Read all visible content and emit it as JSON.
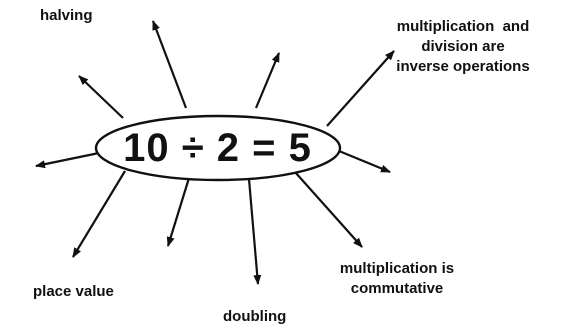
{
  "center": {
    "equation": "10 ÷ 2 = 5"
  },
  "labels": {
    "halving": "halving",
    "inverse_line1": "multiplication  and",
    "inverse_line2": "division are",
    "inverse_line3": "inverse operations",
    "place_value": "place value",
    "doubling": "doubling",
    "commutative_line1": "multiplication is",
    "commutative_line2": "commutative"
  },
  "colors": {
    "ink": "#111111",
    "background": "#ffffff"
  }
}
